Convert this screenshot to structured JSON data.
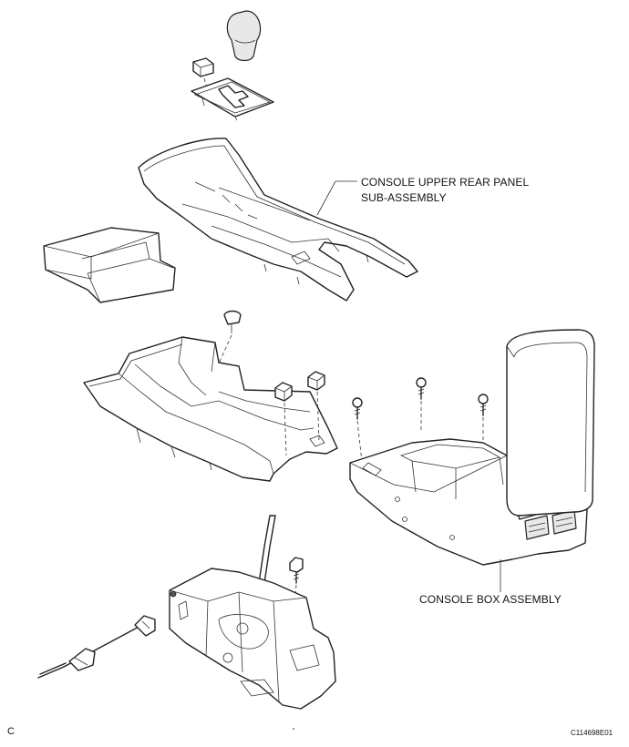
{
  "labels": {
    "upper_rear_panel_line1": "CONSOLE UPPER REAR PANEL",
    "upper_rear_panel_line2": "SUB-ASSEMBLY",
    "console_box": "CONSOLE BOX ASSEMBLY"
  },
  "corner_letter": "C",
  "figure_code": "C114698E01"
}
